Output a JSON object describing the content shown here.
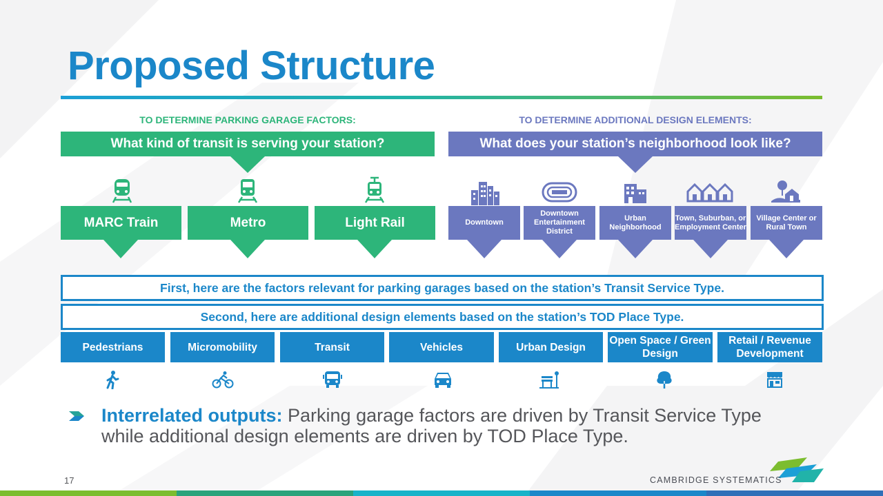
{
  "title": "Proposed Structure",
  "left_section": {
    "label": "TO DETERMINE PARKING GARAGE FACTORS:",
    "question": "What kind of transit is serving your station?",
    "options": [
      {
        "label": "MARC Train",
        "icon": "train-icon"
      },
      {
        "label": "Metro",
        "icon": "metro-icon"
      },
      {
        "label": "Light Rail",
        "icon": "light-rail-icon"
      }
    ]
  },
  "right_section": {
    "label": "TO DETERMINE ADDITIONAL DESIGN ELEMENTS:",
    "question": "What does your station’s neighborhood look like?",
    "options": [
      {
        "label": "Downtown",
        "icon": "city-buildings-icon"
      },
      {
        "label": "Downtown Entertainment District",
        "icon": "stadium-icon"
      },
      {
        "label": "Urban Neighborhood",
        "icon": "urban-building-icon"
      },
      {
        "label": "Town, Suburban, or Employment Center",
        "icon": "houses-icon"
      },
      {
        "label": "Village Center or Rural Town",
        "icon": "village-icon"
      }
    ]
  },
  "band_first": "First, here are the factors relevant for parking garages based on the station’s Transit Service Type.",
  "band_second": "Second, here are additional design elements based on the station’s TOD Place Type.",
  "categories": [
    {
      "label": "Pedestrians",
      "icon": "pedestrian-icon"
    },
    {
      "label": "Micromobility",
      "icon": "bicycle-icon"
    },
    {
      "label": "Transit",
      "icon": "bus-icon"
    },
    {
      "label": "Vehicles",
      "icon": "car-icon"
    },
    {
      "label": "Urban Design",
      "icon": "bench-icon"
    },
    {
      "label": "Open Space / Green Design",
      "icon": "tree-icon"
    },
    {
      "label": "Retail / Revenue Development",
      "icon": "storefront-icon"
    }
  ],
  "bullet": {
    "lead": "Interrelated outputs:",
    "text": " Parking garage factors are driven by Transit Service Type while additional design elements are driven by TOD Place Type."
  },
  "page_number": "17",
  "logo_text": "CAMBRIDGE SYSTEMATICS",
  "colors": {
    "title_blue": "#1b87c9",
    "green": "#2db57a",
    "purple": "#6b78bf",
    "text_gray": "#55565a"
  }
}
